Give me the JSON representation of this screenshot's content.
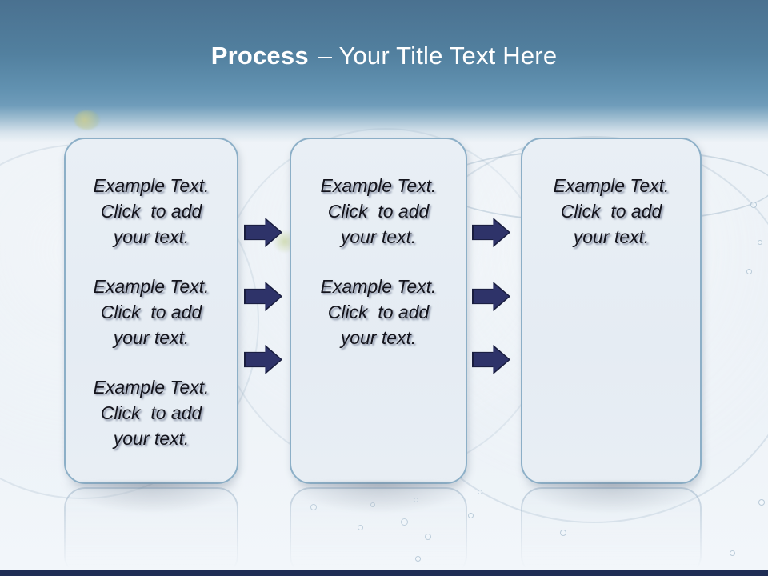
{
  "slide": {
    "title": {
      "emphasis": "Process",
      "rest": "– Your Title Text Here"
    },
    "boxes": [
      {
        "name": "step-1",
        "paragraphs": [
          [
            "Example Text.",
            "Click  to add",
            "your text."
          ],
          [
            "Example Text.",
            "Click  to add",
            "your text."
          ],
          [
            "Example Text.",
            "Click  to add",
            "your text."
          ]
        ]
      },
      {
        "name": "step-2",
        "paragraphs": [
          [
            "Example Text.",
            "Click  to add",
            "your text."
          ],
          [
            "Example Text.",
            "Click  to add",
            "your text."
          ]
        ]
      },
      {
        "name": "step-3",
        "paragraphs": [
          [
            "Example Text.",
            "Click  to add",
            "your text."
          ]
        ]
      }
    ],
    "arrows": {
      "columns": 2,
      "per_column": 3,
      "direction": "right"
    },
    "colors": {
      "header_top": "#4a7190",
      "header_mid": "#6f9cba",
      "title_text": "#ffffff",
      "box_fill": "#e7edf4",
      "box_border": "#8cafc7",
      "body_text": "#14141c",
      "arrow_fill": "#2e3369",
      "arrow_outline": "#191d3e",
      "footer_bar": "#1f2d55",
      "background": "#eef3f7"
    }
  }
}
